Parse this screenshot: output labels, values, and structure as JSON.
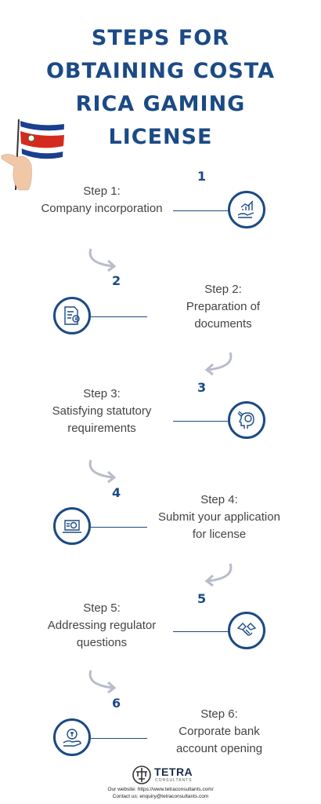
{
  "title": [
    "STEPS FOR",
    "OBTAINING COSTA",
    "RICA GAMING",
    "LICENSE"
  ],
  "steps": [
    {
      "num": "1",
      "line1": "Step 1:",
      "line2": "Company incorporation",
      "line3": ""
    },
    {
      "num": "2",
      "line1": "Step 2:",
      "line2": "Preparation of",
      "line3": "documents"
    },
    {
      "num": "3",
      "line1": "Step 3:",
      "line2": "Satisfying statutory",
      "line3": "requirements"
    },
    {
      "num": "4",
      "line1": "Step 4:",
      "line2": "Submit your application",
      "line3": "for license"
    },
    {
      "num": "5",
      "line1": "Step 5:",
      "line2": "Addressing regulator",
      "line3": "questions"
    },
    {
      "num": "6",
      "line1": "Step 6:",
      "line2": "Corporate bank",
      "line3": "account opening"
    }
  ],
  "icons": [
    "growth-chart-hand-icon",
    "document-coin-icon",
    "money-head-icon",
    "laptop-coin-icon",
    "handshake-icon",
    "coin-hand-icon"
  ],
  "brand": {
    "name": "TETRA",
    "sub": "CONSULTANTS"
  },
  "footer": {
    "website": "Our website: https://www.tetraconsultants.com/",
    "contact": "Contact us: enquiry@tetraconsultants.com"
  },
  "colors": {
    "primary": "#1b4a85",
    "arrow": "#b9bccb",
    "flag_red": "#d52b1e",
    "flag_blue": "#1b3f8f"
  }
}
